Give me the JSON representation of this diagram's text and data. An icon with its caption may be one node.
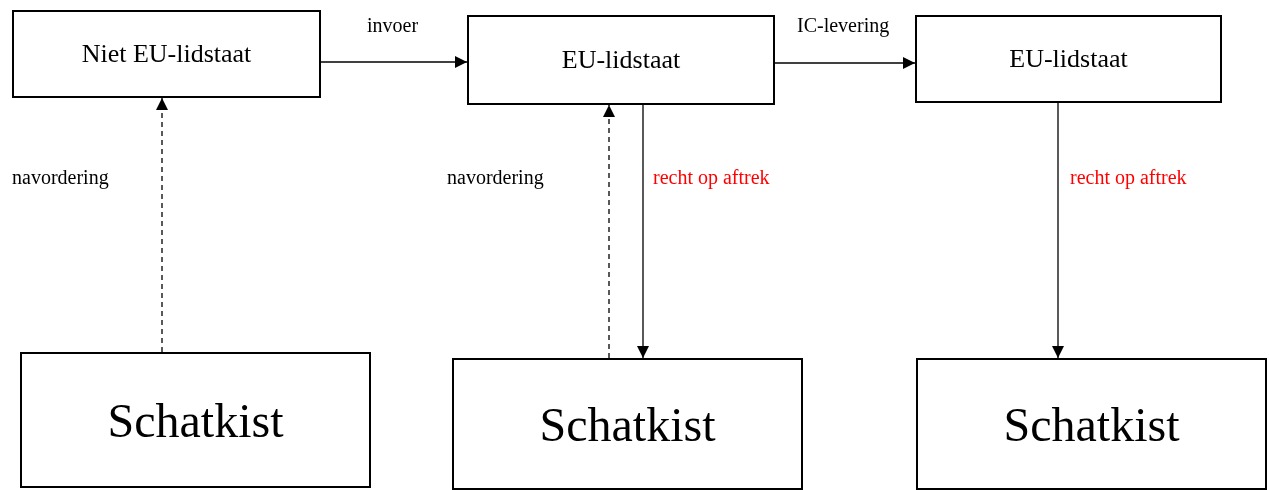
{
  "diagram": {
    "nodes": [
      {
        "text": [
          "Niet EU-lidstaat"
        ]
      },
      {
        "text": [
          "EU-lidstaat"
        ]
      },
      {
        "text": [
          "EU-lidstaat"
        ]
      },
      {
        "text": [
          "Schatkist"
        ]
      },
      {
        "text": [
          "Schatkist"
        ]
      },
      {
        "text": [
          "Schatkist"
        ]
      }
    ],
    "edges": [
      {
        "from": 0,
        "to": 1,
        "arrow": "to",
        "label": "invoer"
      },
      {
        "from": 1,
        "to": 2,
        "arrow": "to",
        "label": "IC-levering"
      },
      {
        "from": 3,
        "to": 0,
        "arrow": "to",
        "label": "navordering",
        "style": "dashed"
      },
      {
        "from": 4,
        "to": 1,
        "arrow": "to",
        "label": "navordering",
        "style": "dashed"
      },
      {
        "from": 1,
        "to": 4,
        "arrow": "to",
        "label": "recht op aftrek"
      },
      {
        "from": 2,
        "to": 5,
        "arrow": "to",
        "label": "recht op aftrek"
      }
    ]
  }
}
